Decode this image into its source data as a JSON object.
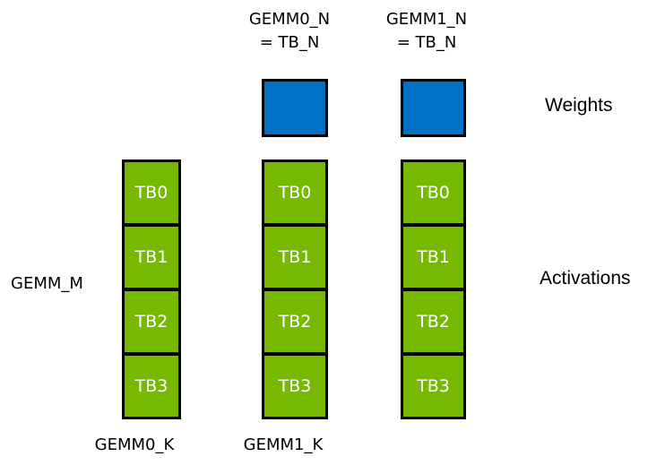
{
  "colors": {
    "background": "#ffffff",
    "green": "#76b900",
    "blue": "#0071c5",
    "border": "#000000",
    "label_text": "#000000",
    "block_text": "#ffffff"
  },
  "headers": [
    {
      "line1": "GEMM0_N",
      "line2": "= TB_N"
    },
    {
      "line1": "GEMM1_N",
      "line2": "= TB_N"
    }
  ],
  "side_labels": {
    "gemm_m": "GEMM_M",
    "weights": "Weights",
    "activations": "Activations"
  },
  "columns": [
    {
      "blocks": [
        "TB0",
        "TB1",
        "TB2",
        "TB3"
      ],
      "bottom_label": "GEMM0_K"
    },
    {
      "blocks": [
        "TB0",
        "TB1",
        "TB2",
        "TB3"
      ],
      "bottom_label": "GEMM1_K"
    },
    {
      "blocks": [
        "TB0",
        "TB1",
        "TB2",
        "TB3"
      ]
    }
  ]
}
